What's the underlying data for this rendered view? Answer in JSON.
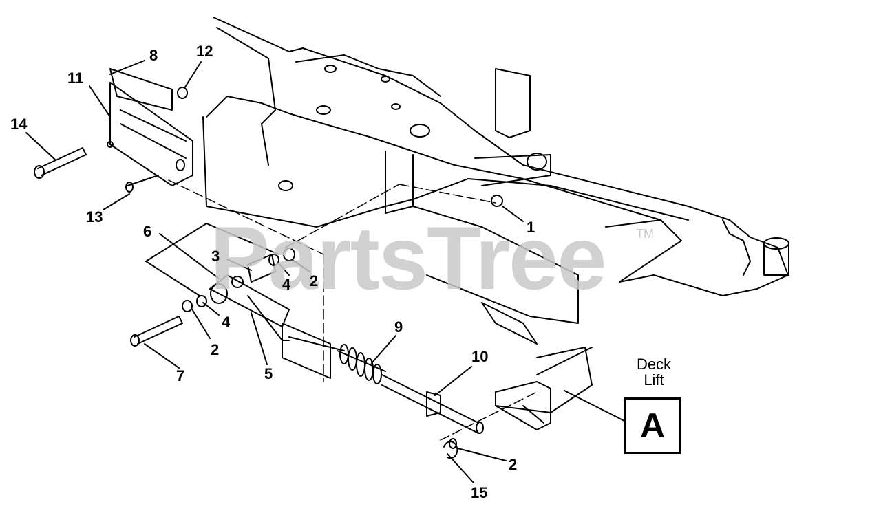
{
  "watermark": {
    "text": "PartsTree",
    "trademark": "TM"
  },
  "callouts": [
    "1",
    "2",
    "2",
    "2",
    "3",
    "4",
    "4",
    "5",
    "6",
    "7",
    "8",
    "9",
    "10",
    "11",
    "12",
    "13",
    "14",
    "15"
  ],
  "reference": {
    "title_line1": "Deck",
    "title_line2": "Lift",
    "letter": "A"
  },
  "colors": {
    "line": "#000000",
    "watermark": "#c9c9c9",
    "background": "#ffffff"
  }
}
